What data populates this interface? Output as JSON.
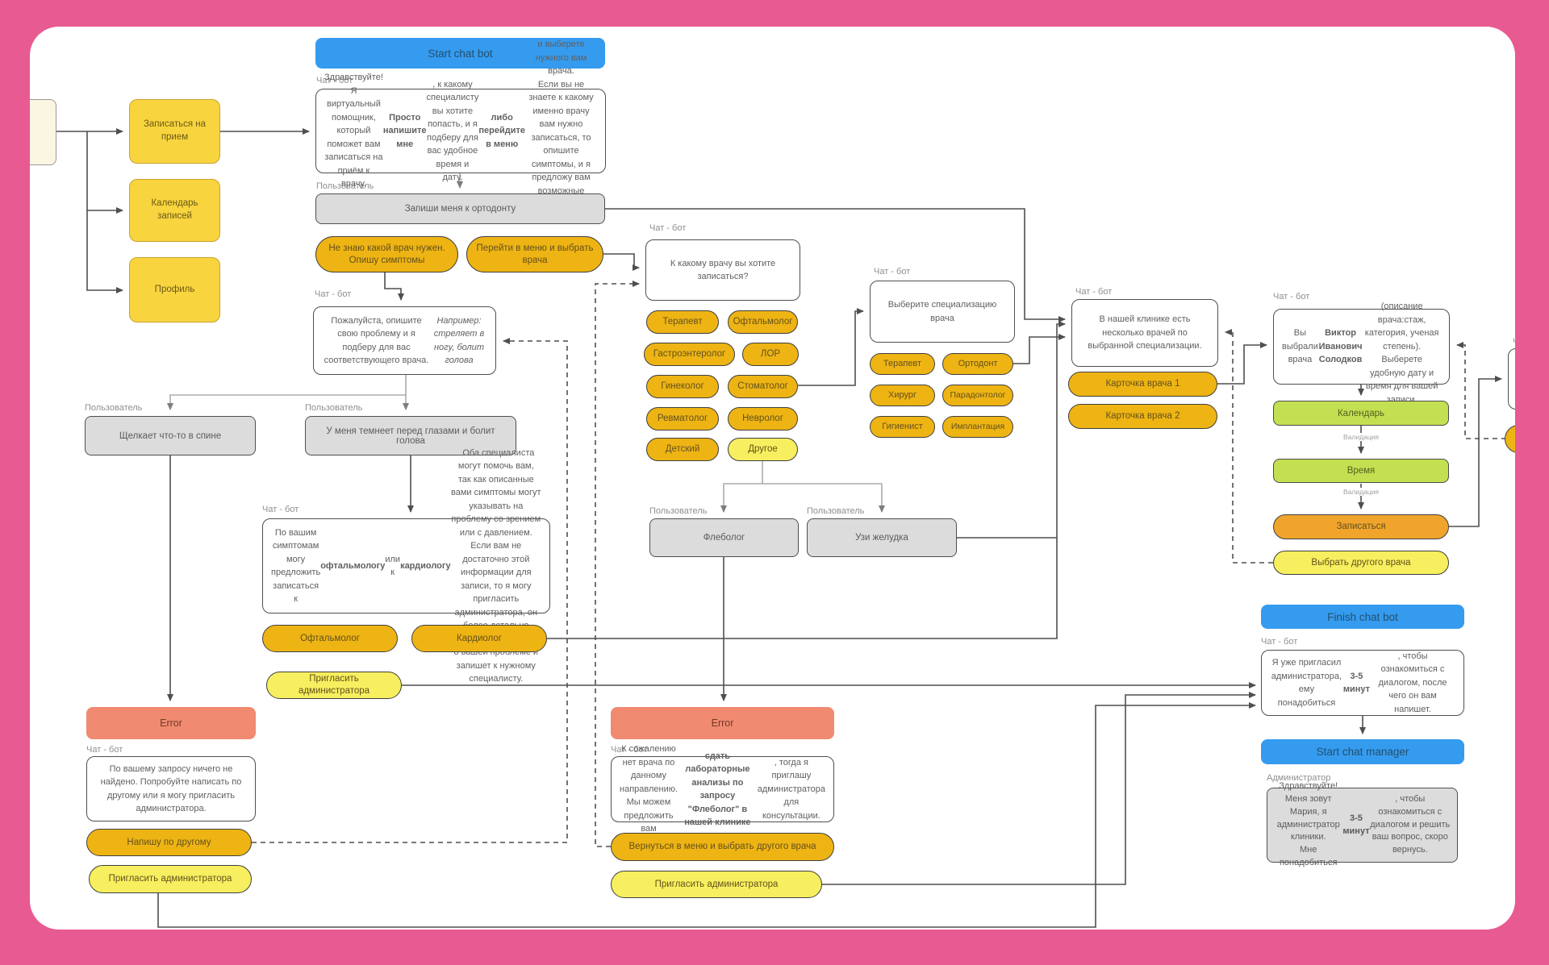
{
  "colors": {
    "background_pink": "#e85a92",
    "canvas_white": "#ffffff",
    "blue_button": "#359bef",
    "gold_pill": "#eeb414",
    "light_pill": "#f7ef5f",
    "orange_pill": "#f0a42c",
    "green_box": "#c3e052",
    "error_salmon": "#f08a70",
    "sticky_yellow": "#f8d43f",
    "user_grey": "#dcdcdc"
  },
  "labels": {
    "chat_bot": "Чат - бот",
    "user": "Пользователь",
    "admin": "Администратор",
    "validation": "Валидация"
  },
  "buttons": {
    "start_chat_bot": "Start chat bot",
    "finish_chat_bot": "Finish chat bot",
    "start_chat_manager": "Start chat manager",
    "error": "Error"
  },
  "menu": {
    "book_appointment": "Записаться на прием",
    "appointments_calendar": "Календарь записей",
    "profile": "Профиль"
  },
  "messages": {
    "greeting_html": "Здравствуйте! Я виртуальный помощник, который поможет вам записаться на приём к врачу. <b>Просто напишите мне</b>, к какому специалисту вы хотите попасть, и я подберу для вас удобное время и дату, <b>либо перейдите в меню</b> и выберете нужного вам врача.<br>Если вы не знаете к какому именно врачу вам нужно записаться, то опишите симптомы, и я предложу вам возможные варианты решения.",
    "user_orthodontist": "Запиши меня к ортодонту",
    "describe_problem_html": "Пожалуйста, опишите свою проблему и я подберу для вас соответствующего врача.<br><i>Например: стреляет в ногу, болит голова</i>",
    "user_back_pain": "Щелкает что-то в спине",
    "user_eyes": "У меня темнеет перед глазами и болит голова",
    "symptoms_html": "По вашим симптомам могу предложить записаться к <b>офтальмологу</b> или к <b>кардиологу</b>. Оба специалиста могут помочь вам, так как описанные вами симптомы могут указывать на проблему со зрением или с давлением.<br>Если вам не достаточно этой информации для записи, то я могу пригласить администратора, он более детально проконсультирует вас о вашей проблеме и запишет к нужному специалисту.",
    "which_doctor": "К какому врачу вы хотите записаться?",
    "choose_specialization": "Выберите специализацию врача",
    "clinic_doctors": "В нашей клинике есть несколько врачей по выбранной специализации.",
    "doctor_selected_html": "Вы выбрали врача <b>Виктор Иванович Солодков</b><br>(описание врача:стаж, категория, ученая степень).<br>Выберете удобную дату и время для вашей записи.",
    "user_phlebologist": "Флеболог",
    "user_stomach_ultrasound": "Узи желудка",
    "error_not_found": "По вашему запросу ничего не найдено. Попробуйте написать по другому или я могу пригласить администратора.",
    "error_no_doctor_html": "К сожалению нет врача по данному направлению.<br>Мы можем предложить вам <b>сдать лабораторные анализы по запросу \"Флеболог\" в нашей клинике</b>, тогда я приглашу администратора для консультации.",
    "admin_invited_html": "Я уже пригласил администратора, ему понадобиться <b>3-5 минут</b>, чтобы ознакомиться с диалогом, после чего он вам напишет.",
    "manager_intro_html": "Здравствуйте! Меня зовут Мария, я администратор клиники.<br>Мне понадобиться <b>3-5 минут</b>, чтобы ознакомиться с диалогом и решить ваш вопрос, скоро вернусь."
  },
  "pills": {
    "dont_know_doctor": "Не знаю какой врач нужен. Опишу симптомы",
    "go_to_menu": "Перейти в меню и выбрать врача",
    "therapist": "Терапевт",
    "ophthalmologist": "Офтальмолог",
    "gastroenterologist": "Гастроэнтеролог",
    "lor": "ЛОР",
    "gynecologist": "Гинеколог",
    "dentist": "Стоматолог",
    "rheumatologist": "Ревматолог",
    "neurologist": "Невролог",
    "kids": "Детский",
    "other": "Другое",
    "orthodontist": "Ортодонт",
    "surgeon": "Хирург",
    "periodontist": "Парадонтолог",
    "hygienist": "Гигиенист",
    "implantation": "Имплантация",
    "doctor_card_1": "Карточка врача 1",
    "doctor_card_2": "Карточка врача 2",
    "calendar": "Календарь",
    "time": "Время",
    "book": "Записаться",
    "choose_other_doctor": "Выбрать другого врача",
    "cardiologist": "Кардиолог",
    "invite_admin": "Пригласить администратора",
    "write_differently": "Напишу по другому",
    "back_to_menu": "Вернуться в меню и выбрать другого врача"
  }
}
